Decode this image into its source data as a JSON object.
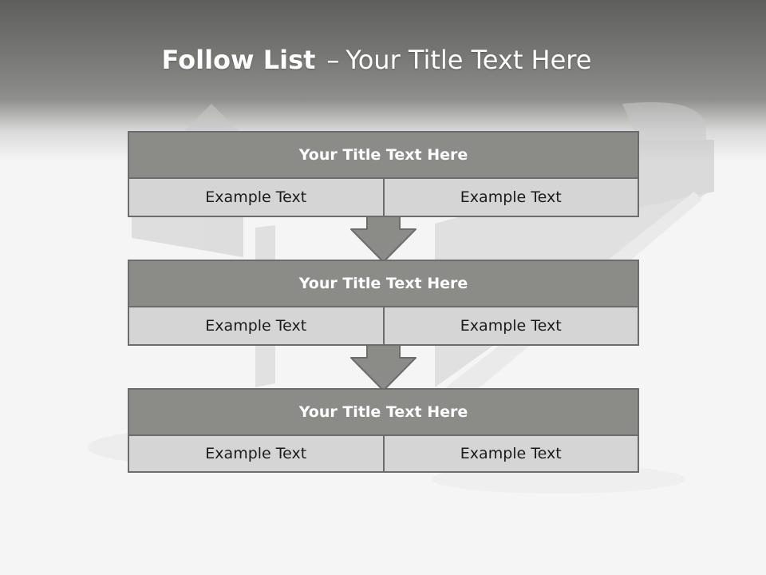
{
  "slide": {
    "title_bold": "Follow List",
    "title_dash": "–",
    "title_rest": "Your Title Text Here"
  },
  "colors": {
    "header_fill": "#8b8c87",
    "cell_fill": "#d5d5d5",
    "border": "#6c6c6c",
    "arrow_fill": "#8b8c87"
  },
  "blocks": [
    {
      "title": "Your Title Text Here",
      "left": "Example Text",
      "right": "Example Text"
    },
    {
      "title": "Your Title Text Here",
      "left": "Example Text",
      "right": "Example Text"
    },
    {
      "title": "Your Title Text Here",
      "left": "Example Text",
      "right": "Example Text"
    }
  ],
  "icons": [
    "down-arrow-icon",
    "down-arrow-icon"
  ]
}
